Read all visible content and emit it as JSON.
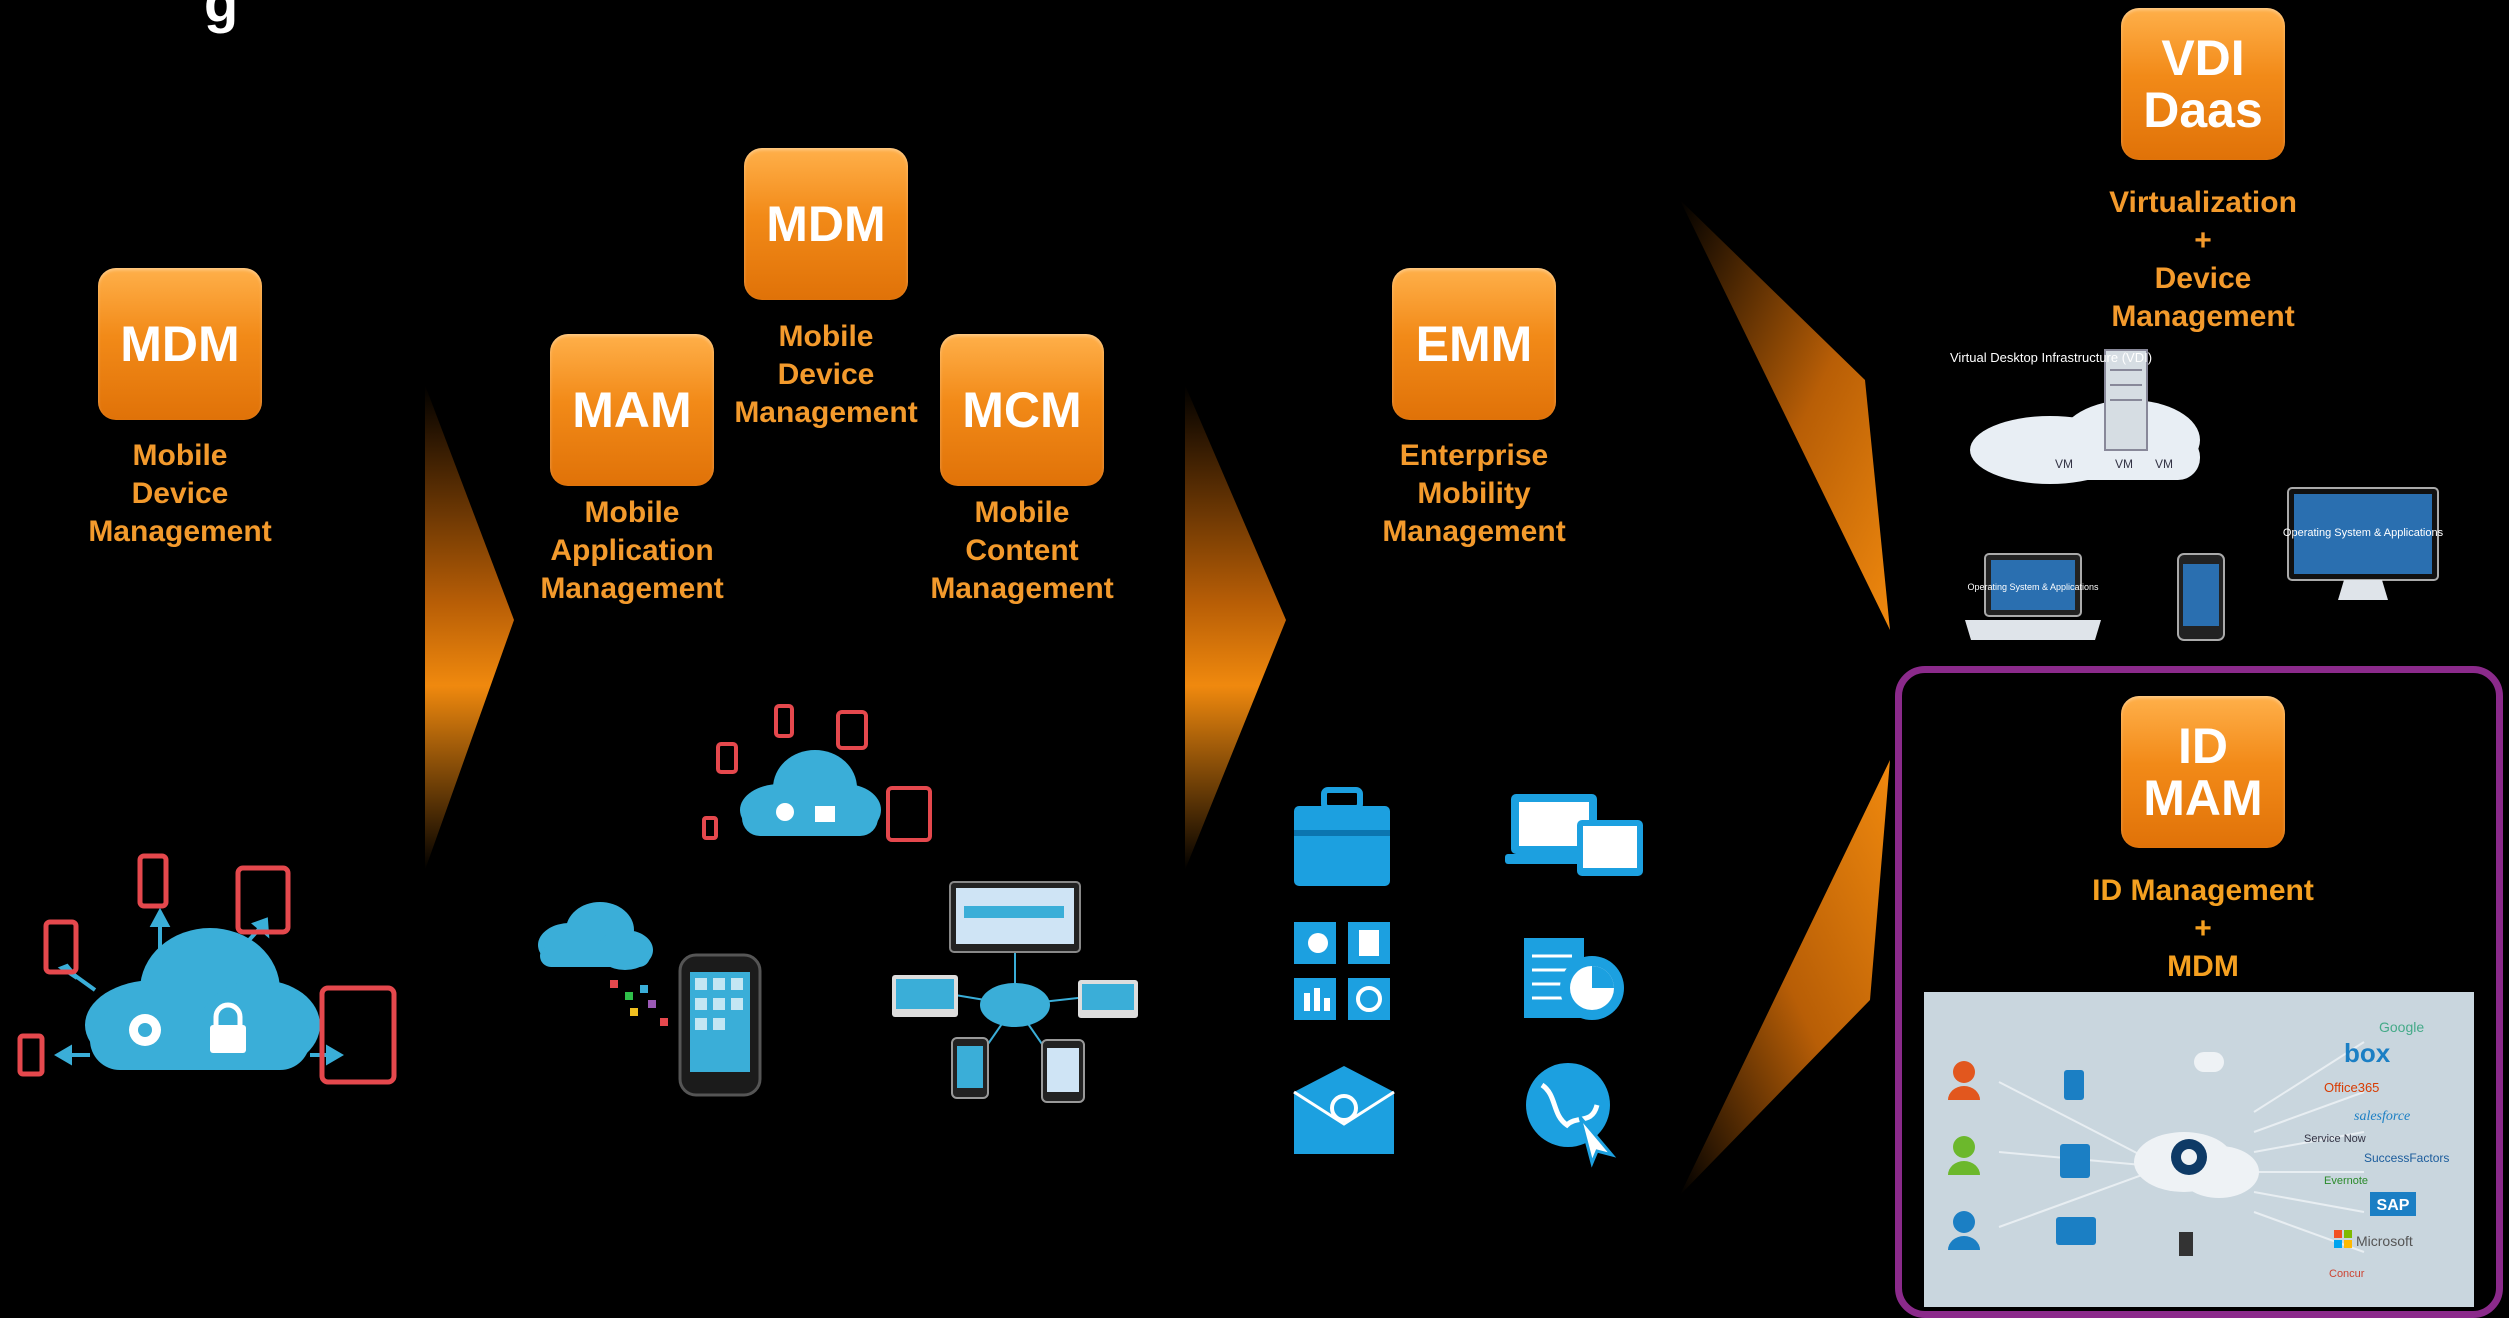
{
  "title_fragment": "g",
  "stages": {
    "s1": {
      "mdm": {
        "badge": "MDM",
        "caption": [
          "Mobile",
          "Device",
          "Management"
        ]
      }
    },
    "s2": {
      "mdm": {
        "badge": "MDM",
        "caption": [
          "Mobile",
          "Device",
          "Management"
        ]
      },
      "mam": {
        "badge": "MAM",
        "caption": [
          "Mobile",
          "Application",
          "Management"
        ]
      },
      "mcm": {
        "badge": "MCM",
        "caption": [
          "Mobile",
          "Content",
          "Management"
        ]
      }
    },
    "s3": {
      "emm": {
        "badge": "EMM",
        "caption": [
          "Enterprise",
          "Mobility",
          "Management"
        ]
      }
    },
    "s4": {
      "vdi": {
        "badge": [
          "VDI",
          "Daas"
        ],
        "caption": [
          "Virtualization",
          "+",
          "Device",
          "Management"
        ]
      },
      "idmam": {
        "badge": [
          "ID",
          "MAM"
        ],
        "caption": [
          "ID Management",
          "+",
          "MDM"
        ]
      }
    }
  },
  "screen_text": "Operating System & Applications",
  "laptop_text": "Operating System & Applications",
  "server_label": "Virtual Desktop Infrastructure (VDI)",
  "vm_labels": [
    "VM",
    "VM",
    "VM"
  ],
  "id_panel_brands": [
    "Google",
    "box",
    "Office365",
    "salesforce",
    "Service Now",
    "SuccessFactors",
    "Evernote",
    "SAP",
    "Microsoft",
    "Concur"
  ],
  "colors": {
    "orange": "#f28a18",
    "caption": "#f39a2c",
    "cloud": "#3aaed8",
    "device": "#e5484d",
    "purple": "#8b2a8b"
  }
}
